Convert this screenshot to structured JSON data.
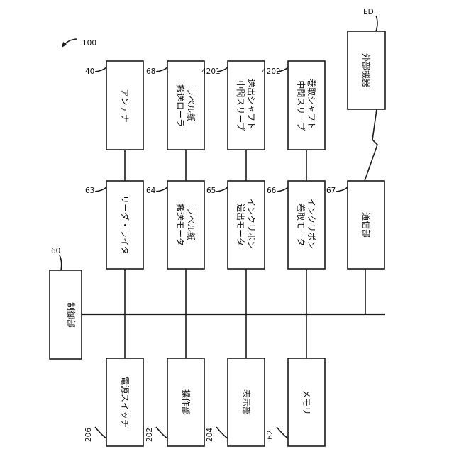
{
  "diagram_ref": "100",
  "blocks": {
    "controller": {
      "ref": "60",
      "label": "制御部"
    },
    "antenna": {
      "ref": "40",
      "label": "アンテナ"
    },
    "label_roller": {
      "ref": "68",
      "line1": "ラベル紙",
      "line2": "搬送ローラ"
    },
    "supply_sleeve": {
      "ref": "4201",
      "line1": "送出シャフト",
      "line2": "中間スリーブ"
    },
    "takeup_sleeve": {
      "ref": "4202",
      "line1": "巻取シャフト",
      "line2": "中間スリーブ"
    },
    "external": {
      "ref": "ED",
      "label": "外部機器"
    },
    "reader": {
      "ref": "63",
      "label": "リーダ・ライタ"
    },
    "label_motor": {
      "ref": "64",
      "line1": "ラベル紙",
      "line2": "搬送モータ"
    },
    "ribbon_supply_motor": {
      "ref": "65",
      "line1": "インクリボン",
      "line2": "送出モータ"
    },
    "ribbon_takeup_motor": {
      "ref": "66",
      "line1": "インクリボン",
      "line2": "巻取モータ"
    },
    "comm": {
      "ref": "67",
      "label": "通信部"
    },
    "power_switch": {
      "ref": "206",
      "label": "電源スイッチ"
    },
    "operation": {
      "ref": "202",
      "label": "操作部"
    },
    "display": {
      "ref": "204",
      "label": "表示部"
    },
    "memory": {
      "ref": "62",
      "label": "メモリ"
    }
  }
}
